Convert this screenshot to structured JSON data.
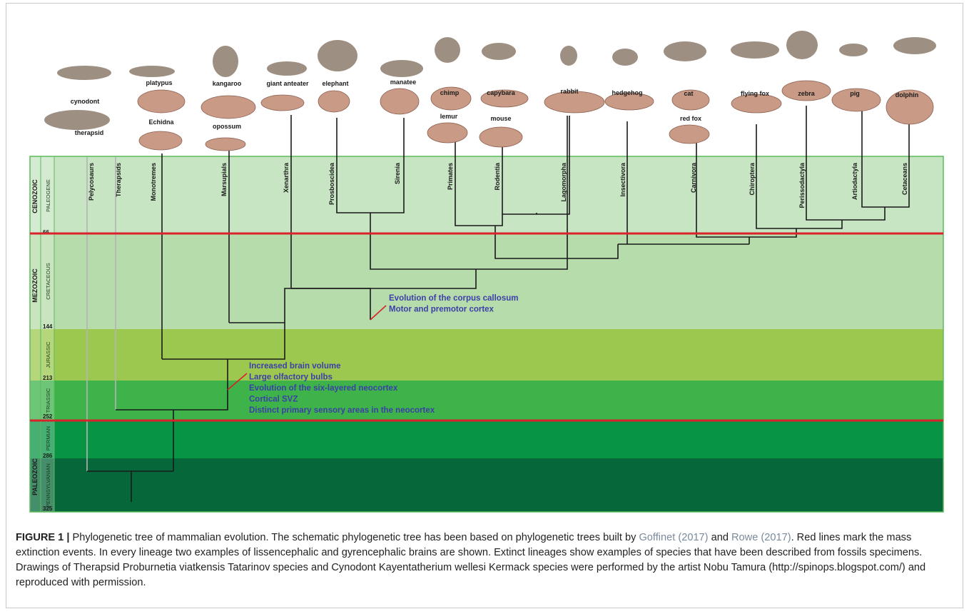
{
  "chart_data": {
    "type": "diagram",
    "eras": [
      {
        "name": "CENOZOIC",
        "periods": [
          {
            "name": "PALEOGENE"
          }
        ]
      },
      {
        "name": "MEZOZOIC",
        "periods": [
          {
            "name": "CRETACEOUS"
          },
          {
            "name": "JURASSIC"
          },
          {
            "name": "TRIASSIC"
          }
        ]
      },
      {
        "name": "PALEOZOIC",
        "periods": [
          {
            "name": "PERMIAN"
          },
          {
            "name": "PENNSYLVANIAN"
          }
        ]
      }
    ],
    "ages": [
      "66",
      "144",
      "213",
      "252",
      "286",
      "325"
    ],
    "clades": [
      "Pelycosaurs",
      "Therapsids",
      "Monotremes",
      "Marsupials",
      "Xenarthra",
      "Prosboscidea",
      "Sirenia",
      "Primates",
      "Rodentia",
      "Lagomorpha",
      "Insectivora",
      "Carnivora",
      "Chiroptera",
      "Perissodactyla",
      "Artiodactyla",
      "Cetaceans"
    ],
    "species": [
      "cynodont",
      "therapsid",
      "platypus",
      "Echidna",
      "kangaroo",
      "opossum",
      "giant anteater",
      "elephant",
      "manatee",
      "chimp",
      "lemur",
      "capybara",
      "mouse",
      "rabbit",
      "hedgehog",
      "cat",
      "red fox",
      "flying fox",
      "zebra",
      "pig",
      "dolphin"
    ],
    "annotations": [
      {
        "lines": [
          "Evolution of the corpus callosum",
          "Motor and premotor cortex"
        ]
      },
      {
        "lines": [
          "Increased brain volume",
          "Large olfactory bulbs",
          "Evolution of the six-layered neocortex",
          "Cortical SVZ",
          "Distinct primary sensory areas in the neocortex"
        ]
      }
    ],
    "colors": {
      "paleogene": "#c7e5c2",
      "cretaceous": "#b6dcab",
      "jurassic": "#9cc84f",
      "triassic": "#3db34a",
      "permian": "#089445",
      "pennsylvanian": "#06683a",
      "extinction_line": "#d9222a",
      "annotation_text": "#3d3fa8",
      "extant_branch": "#1a1a1a",
      "extinct_branch": "#b4b4b4",
      "border": "#5cba5c"
    }
  },
  "caption": {
    "label": "FIGURE 1 |",
    "t1": " Phylogenetic tree of mammalian evolution. The schematic phylogenetic tree has been based on phylogenetic trees built by ",
    "c1": "Goffinet (2017)",
    "t2": " and ",
    "c2": "Rowe (2017)",
    "t3": ". Red lines mark the mass extinction events. In every lineage two examples of lissencephalic and gyrencephalic brains are shown. Extinct lineages show examples of species that have been described from fossils specimens. Drawings of Therapsid Proburnetia viatkensis Tatarinov species and Cynodont Kayentatherium wellesi Kermack species were performed by the artist Nobu Tamura (http://spinops.blogspot.com/) and reproduced with permission."
  }
}
